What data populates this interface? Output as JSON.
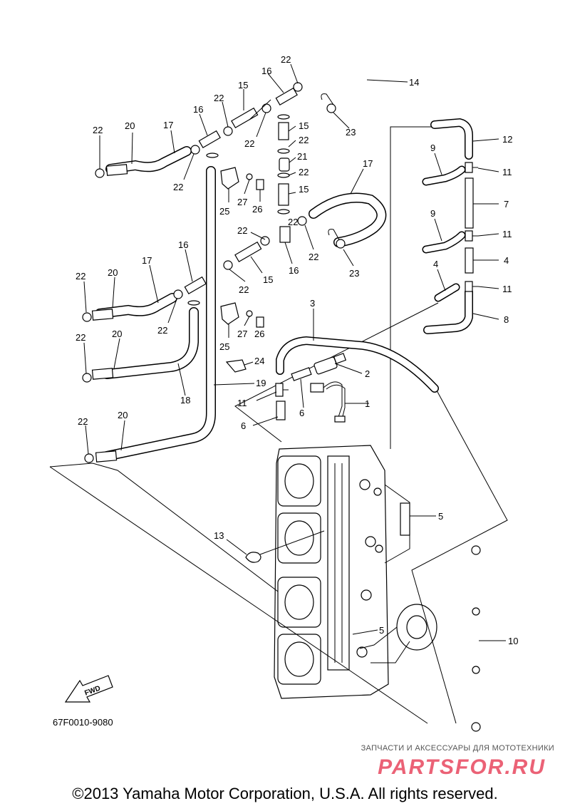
{
  "diagram": {
    "code": "67F0010-9080",
    "fwd_label": "FWD",
    "watermark_tagline": "ЗАПЧАСТИ И АКСЕССУАРЫ ДЛЯ МОТОТЕХНИКИ",
    "watermark_brand": "PARTSFOR.RU",
    "copyright": "©2013 Yamaha Motor Corporation, U.S.A. All rights reserved."
  },
  "callouts": {
    "c1": "1",
    "c2": "2",
    "c3": "3",
    "c4a": "4",
    "c4b": "4",
    "c5a": "5",
    "c5b": "5",
    "c6a": "6",
    "c6b": "6",
    "c7": "7",
    "c8": "8",
    "c9a": "9",
    "c9b": "9",
    "c10": "10",
    "c11a": "11",
    "c11b": "11",
    "c11c": "11",
    "c11d": "11",
    "c12": "12",
    "c13": "13",
    "c14": "14",
    "c15a": "15",
    "c15b": "15",
    "c15c": "15",
    "c15d": "15",
    "c16a": "16",
    "c16b": "16",
    "c16c": "16",
    "c16d": "16",
    "c17a": "17",
    "c17b": "17",
    "c17c": "17",
    "c18": "18",
    "c19": "19",
    "c20a": "20",
    "c20b": "20",
    "c20c": "20",
    "c20d": "20",
    "c21": "21",
    "c22a": "22",
    "c22b": "22",
    "c22c": "22",
    "c22d": "22",
    "c22e": "22",
    "c22f": "22",
    "c22g": "22",
    "c22h": "22",
    "c22i": "22",
    "c22j": "22",
    "c22k": "22",
    "c22l": "22",
    "c22m": "22",
    "c22n": "22",
    "c22o": "22",
    "c23a": "23",
    "c23b": "23",
    "c24": "24",
    "c25a": "25",
    "c25b": "25",
    "c26a": "26",
    "c26b": "26",
    "c27a": "27",
    "c27b": "27"
  }
}
